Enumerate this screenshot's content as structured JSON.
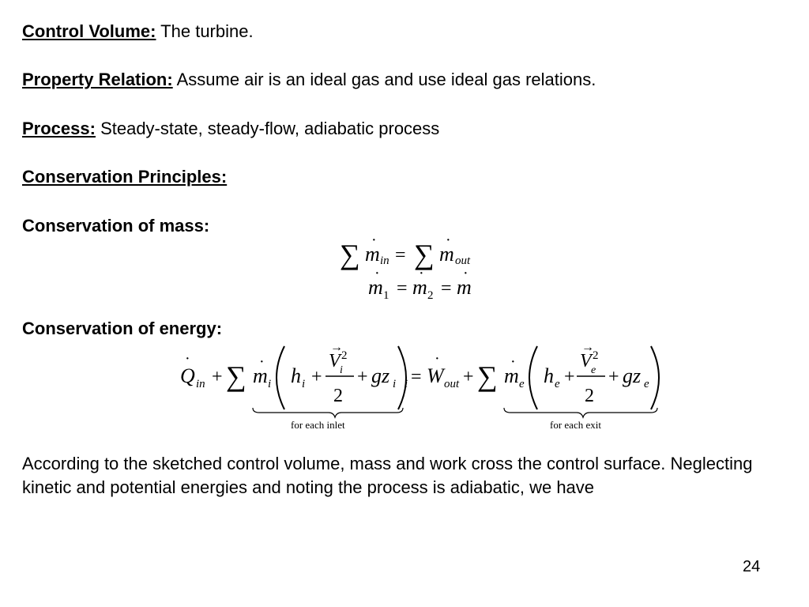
{
  "lines": {
    "control_volume": {
      "label": "Control Volume:",
      "text": " The turbine."
    },
    "property_relation": {
      "label": "Property Relation:",
      "text": " Assume air is an ideal gas and use ideal gas relations."
    },
    "process": {
      "label": "Process:",
      "text": " Steady-state, steady-flow, adiabatic process"
    },
    "conservation_principles": {
      "label": "Conservation Principles:"
    },
    "conservation_mass": {
      "label": "Conservation of mass:"
    },
    "conservation_energy": {
      "label": "Conservation of energy:"
    }
  },
  "equations": {
    "mass_1": {
      "lhs_sub": "in",
      "rhs_sub": "out"
    },
    "mass_2": {
      "sub_1": "1",
      "sub_2": "2"
    },
    "energy": {
      "q_sub": "in",
      "w_sub": "out",
      "inlet_sub": "i",
      "exit_sub": "e",
      "brace_inlet": "for each inlet",
      "brace_exit": "for each exit"
    }
  },
  "paragraph": "According to the sketched control volume, mass and work cross the control surface. Neglecting kinetic and potential energies and noting the process is adiabatic, we have",
  "page_number": "24"
}
